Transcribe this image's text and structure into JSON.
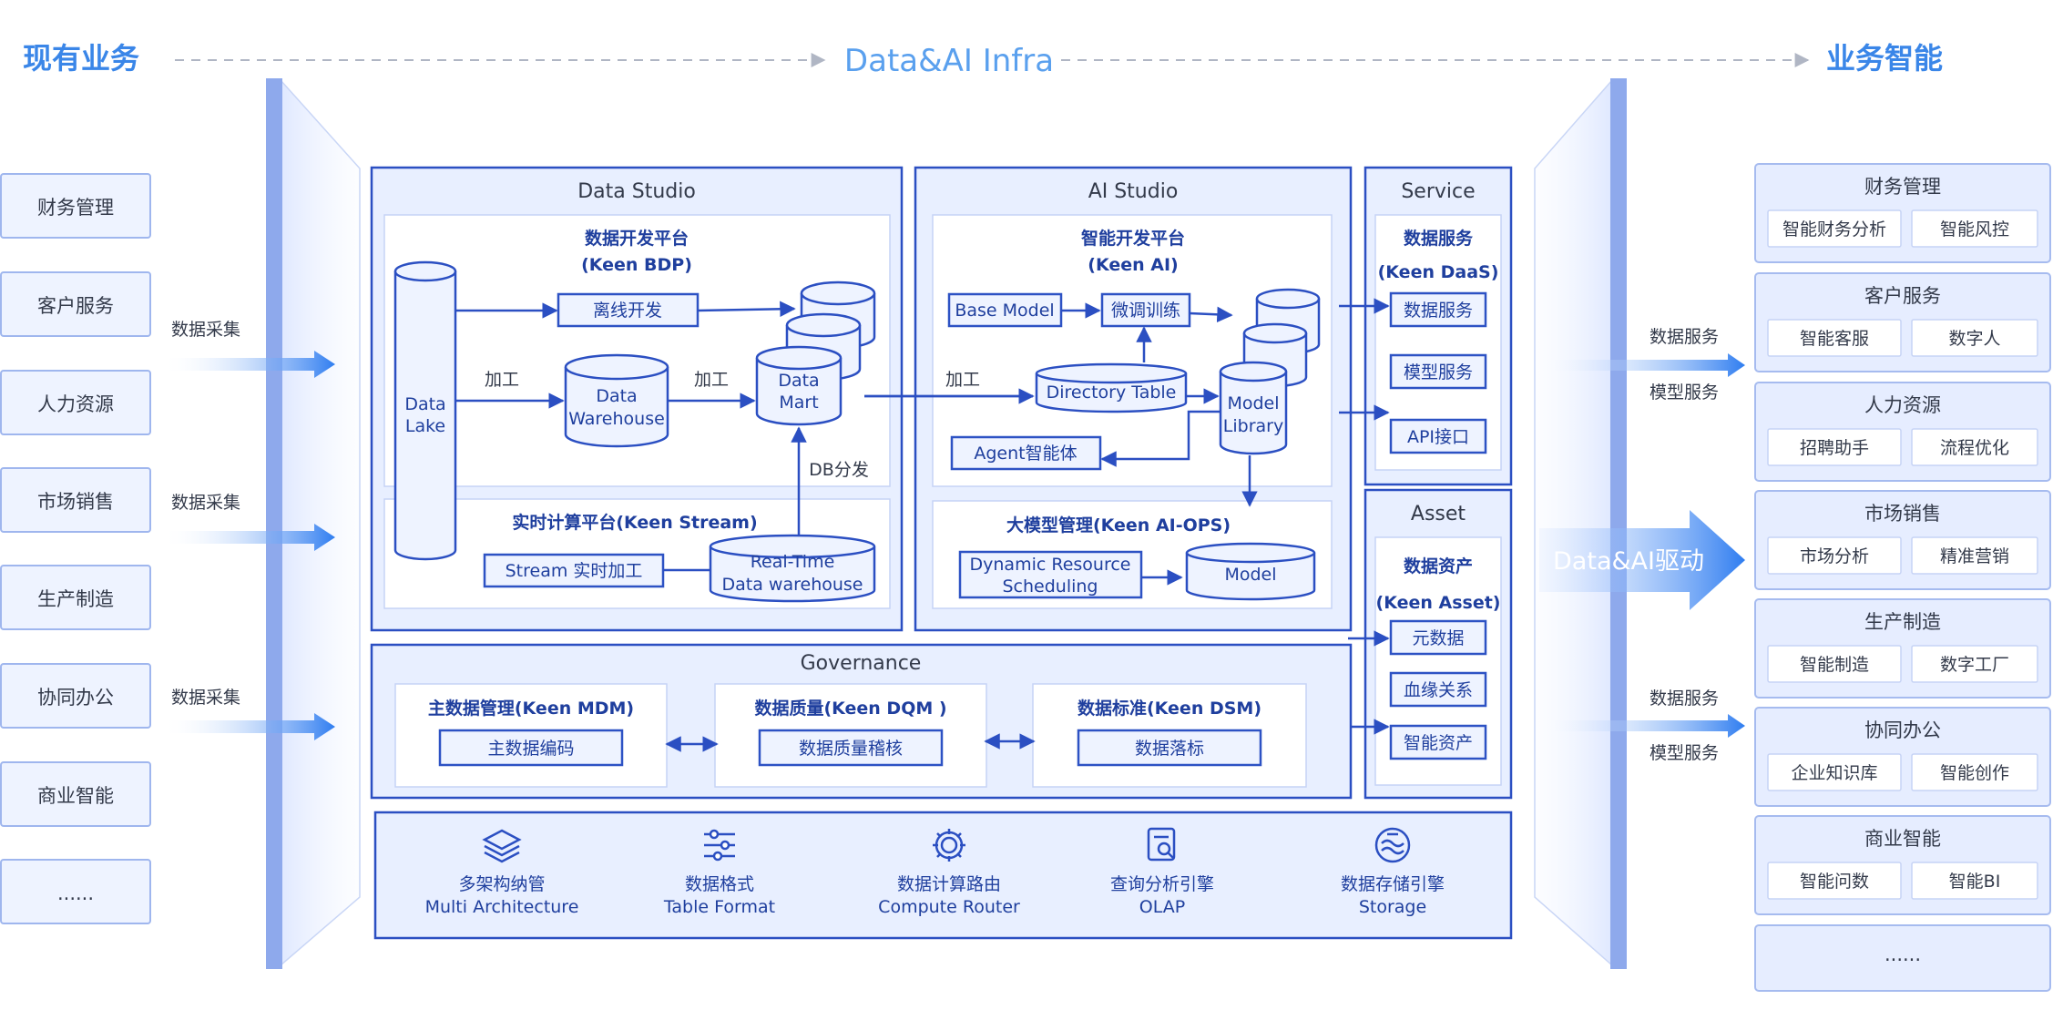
{
  "header": {
    "left": "现有业务",
    "center": "Data&AI Infra",
    "right": "业务智能"
  },
  "left_items": [
    "财务管理",
    "客户服务",
    "人力资源",
    "市场销售",
    "生产制造",
    "协同办公",
    "商业智能",
    "......"
  ],
  "left_arrow_label": "数据采集",
  "data_studio": {
    "title": "Data Studio",
    "bdp_title": "数据开发平台",
    "bdp_sub": "(Keen BDP)",
    "data_lake": [
      "Data",
      "Lake"
    ],
    "offline_dev": "离线开发",
    "process": "加工",
    "warehouse": [
      "Data",
      "Warehouse"
    ],
    "mart": [
      "Data",
      "Mart"
    ],
    "db_dist": "DB分发",
    "stream_title": "实时计算平台(Keen Stream)",
    "stream_proc": "Stream 实时加工",
    "rt_warehouse": [
      "Real-Time",
      "Data warehouse"
    ]
  },
  "ai_studio": {
    "title": "AI Studio",
    "platform_title": "智能开发平台",
    "platform_sub": "(Keen AI)",
    "base_model": "Base Model",
    "finetune": "微调训练",
    "process": "加工",
    "directory_table": "Directory Table",
    "model_library": [
      "Model",
      "Library"
    ],
    "agent": "Agent智能体",
    "ops_title": "大模型管理(Keen AI-OPS)",
    "dyn_sched": [
      "Dynamic Resource",
      "Scheduling"
    ],
    "model": "Model"
  },
  "service": {
    "title": "Service",
    "sub_title": "数据服务",
    "sub_name": "(Keen DaaS)",
    "items": [
      "数据服务",
      "模型服务",
      "API接口"
    ]
  },
  "asset": {
    "title": "Asset",
    "sub_title": "数据资产",
    "sub_name": "(Keen Asset)",
    "items": [
      "元数据",
      "血缘关系",
      "智能资产"
    ]
  },
  "governance": {
    "title": "Governance",
    "blocks": [
      {
        "title": "主数据管理(Keen MDM)",
        "item": "主数据编码"
      },
      {
        "title": "数据质量(Keen DQM )",
        "item": "数据质量稽核"
      },
      {
        "title": "数据标准(Keen DSM)",
        "item": "数据落标"
      }
    ]
  },
  "infra": [
    {
      "icon": "layers-icon",
      "cn": "多架构纳管",
      "en": "Multi Architecture"
    },
    {
      "icon": "sliders-icon",
      "cn": "数据格式",
      "en": "Table Format"
    },
    {
      "icon": "gear-icon",
      "cn": "数据计算路由",
      "en": "Compute Router"
    },
    {
      "icon": "search-doc-icon",
      "cn": "查询分析引擎",
      "en": "OLAP"
    },
    {
      "icon": "storage-icon",
      "cn": "数据存储引擎",
      "en": "Storage"
    }
  ],
  "right_arrows": {
    "top": [
      "数据服务",
      "模型服务"
    ],
    "middle": "Data&AI驱动",
    "bottom": [
      "数据服务",
      "模型服务"
    ]
  },
  "right_groups": [
    {
      "title": "财务管理",
      "items": [
        "智能财务分析",
        "智能风控"
      ]
    },
    {
      "title": "客户服务",
      "items": [
        "智能客服",
        "数字人"
      ]
    },
    {
      "title": "人力资源",
      "items": [
        "招聘助手",
        "流程优化"
      ]
    },
    {
      "title": "市场销售",
      "items": [
        "市场分析",
        "精准营销"
      ]
    },
    {
      "title": "生产制造",
      "items": [
        "智能制造",
        "数字工厂"
      ]
    },
    {
      "title": "协同办公",
      "items": [
        "企业知识库",
        "智能创作"
      ]
    },
    {
      "title": "商业智能",
      "items": [
        "智能问数",
        "智能BI"
      ]
    }
  ],
  "right_more": "......",
  "colors": {
    "primary": "#2b4fc2",
    "accent": "#2f7df0",
    "header": "#3a86e8"
  }
}
